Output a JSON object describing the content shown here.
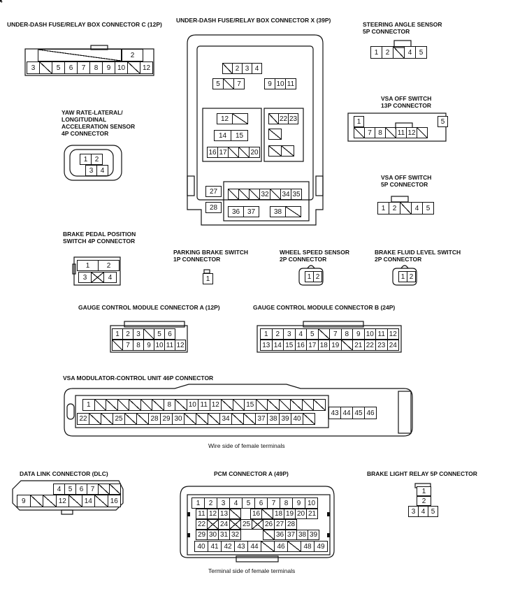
{
  "titles": {
    "c12": "UNDER-DASH FUSE/RELAY BOX CONNECTOR C (12P)",
    "x39": "UNDER-DASH FUSE/RELAY BOX CONNECTOR X (39P)",
    "steer": "STEERING ANGLE SENSOR\n5P CONNECTOR",
    "yaw": "YAW RATE-LATERAL/\nLONGITUDINAL\nACCELERATION SENSOR\n4P CONNECTOR",
    "vsa13": "VSA OFF SWITCH\n13P CONNECTOR",
    "vsa5": "VSA OFF SWITCH\n5P CONNECTOR",
    "brake_pedal": "BRAKE PEDAL POSITION\nSWITCH 4P CONNECTOR",
    "park": "PARKING BRAKE SWITCH\n1P CONNECTOR",
    "wheel": "WHEEL SPEED SENSOR\n2P CONNECTOR",
    "fluid": "BRAKE FLUID LEVEL SWITCH\n2P CONNECTOR",
    "gauge_a": "GAUGE CONTROL MODULE CONNECTOR A (12P)",
    "gauge_b": "GAUGE CONTROL MODULE CONNECTOR B (24P)",
    "vsa46": "VSA MODULATOR-CONTROL UNIT 46P CONNECTOR",
    "dlc": "DATA LINK CONNECTOR (DLC)",
    "pcm": "PCM CONNECTOR A (49P)",
    "relay": "BRAKE LIGHT RELAY 5P CONNECTOR"
  },
  "captions": {
    "wire_side": "Wire side of female terminals",
    "terminal_side": "Terminal side of female terminals"
  },
  "connectors": {
    "c12": {
      "top": [
        "2"
      ],
      "bottom": [
        "3",
        "",
        "5",
        "6",
        "7",
        "8",
        "9",
        "10",
        "",
        "12"
      ]
    },
    "steer": [
      "1",
      "2",
      "",
      "4",
      "5"
    ],
    "yaw": {
      "top": [
        "1",
        "2"
      ],
      "bottom": [
        "3",
        "4"
      ]
    },
    "x39": {
      "top1": [
        "",
        "2",
        "3",
        "4"
      ],
      "top2": [
        "5",
        "",
        "7",
        "9",
        "10",
        "11"
      ],
      "l1": [
        "12",
        ""
      ],
      "l2": [
        "14",
        "15"
      ],
      "l3": [
        "16",
        "17",
        "",
        "",
        "20"
      ],
      "r1": [
        "",
        "22",
        "23"
      ],
      "r2": [
        ""
      ],
      "r3": [
        "",
        ""
      ],
      "b_side": [
        "27",
        "28"
      ],
      "b1": [
        "",
        "",
        "",
        "32",
        "",
        "34",
        "35"
      ],
      "b2": [
        "36",
        "37",
        "38",
        ""
      ]
    },
    "vsa13": {
      "top": [
        "1",
        "5"
      ],
      "bottom": [
        "",
        "7",
        "8",
        "",
        "11",
        "12",
        ""
      ]
    },
    "vsa5": [
      "1",
      "2",
      "",
      "4",
      "5"
    ],
    "brake_pedal": {
      "top": [
        "1",
        "2"
      ],
      "bottom": [
        "3",
        "",
        "4"
      ]
    },
    "park": [
      "1"
    ],
    "wheel": [
      "1",
      "2"
    ],
    "fluid": [
      "1",
      "2"
    ],
    "gauge_a": {
      "top": [
        "1",
        "2",
        "3",
        "",
        "5",
        "6"
      ],
      "bottom": [
        "",
        "7",
        "8",
        "9",
        "10",
        "11",
        "12"
      ]
    },
    "gauge_b": {
      "top": [
        "1",
        "2",
        "3",
        "4",
        "5",
        "",
        "7",
        "8",
        "9",
        "10",
        "11",
        "12"
      ],
      "bottom": [
        "13",
        "14",
        "15",
        "16",
        "17",
        "18",
        "19",
        "",
        "21",
        "22",
        "23",
        "24"
      ]
    },
    "vsa46": {
      "top": [
        "1",
        "",
        "",
        "",
        "",
        "",
        "",
        "8",
        "",
        "10",
        "11",
        "12",
        "",
        "",
        "15",
        "",
        "",
        "",
        "",
        "",
        ""
      ],
      "bottom": [
        "22",
        "",
        "",
        "25",
        "",
        "",
        "28",
        "29",
        "30",
        "",
        "",
        "",
        "34",
        "",
        "",
        "37",
        "38",
        "39",
        "40",
        ""
      ],
      "right": [
        "43",
        "44",
        "45",
        "46"
      ]
    },
    "dlc": {
      "top": [
        "4",
        "5",
        "6",
        "7",
        "",
        ""
      ],
      "bottom": [
        "9",
        "",
        "",
        "12",
        "",
        "14",
        "",
        "16"
      ]
    },
    "pcm": {
      "row1": [
        "1",
        "2",
        "3",
        "4",
        "5",
        "6",
        "7",
        "8",
        "9",
        "10"
      ],
      "row2": [
        "11",
        "12",
        "13",
        "",
        "16",
        "",
        "18",
        "19",
        "20",
        "21"
      ],
      "row3": [
        "22",
        "",
        "24",
        "",
        "25",
        "",
        "26",
        "27",
        "28"
      ],
      "row4": [
        "29",
        "30",
        "31",
        "32",
        "",
        "36",
        "37",
        "38",
        "39"
      ],
      "row5": [
        "40",
        "41",
        "42",
        "43",
        "44",
        "",
        "46",
        "",
        "48",
        "49"
      ]
    },
    "relay": {
      "top": [
        "1"
      ],
      "mid": [
        "2"
      ],
      "bottom": [
        "3",
        "4",
        "5"
      ]
    }
  }
}
